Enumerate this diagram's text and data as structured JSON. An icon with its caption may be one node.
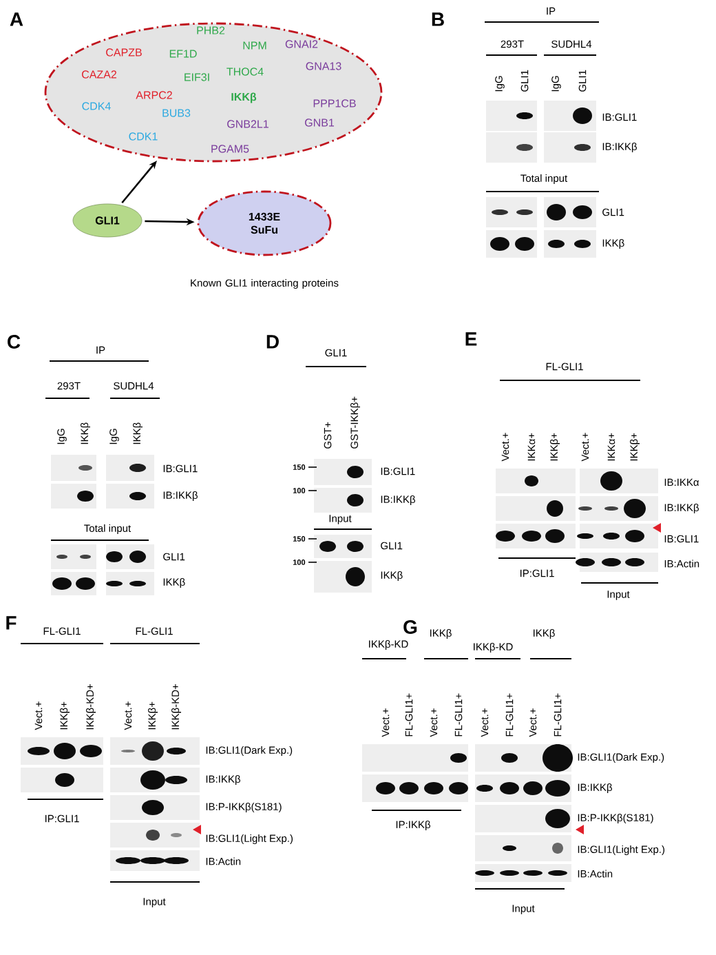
{
  "diagram": {
    "nodes": [
      {
        "text": [
          "PHB2",
          "CAPZB",
          "EF1D",
          "NPM",
          "GNAI2",
          "CAZA2",
          "EIF3I",
          "THOC4",
          "GNA13",
          "ARPC2",
          "CDK4",
          "IKKβ",
          "PPP1CB",
          "BUB3",
          "GNB2L1",
          "GNB1",
          "CDK1",
          "PGAM5"
        ]
      },
      {
        "text": [
          "GLI1"
        ]
      },
      {
        "text": [
          "1433E",
          "SuFu"
        ],
        "beside": [
          "Known GLI1 interacting proteins"
        ]
      }
    ],
    "edges": [
      {
        "from": 1,
        "to": 0,
        "arrow": "to"
      },
      {
        "from": 1,
        "to": 2,
        "arrow": "to"
      }
    ],
    "labels": [
      "A",
      "B",
      "IP",
      "293T",
      "SUDHL4",
      "IgG",
      "GLI1",
      "IgG",
      "GLI1",
      "IB:GLI1",
      "IB:IKKβ",
      "Total input",
      "GLI1",
      "IKKβ",
      "C",
      "IP",
      "293T",
      "SUDHL4",
      "IgG",
      "IKKβ",
      "IgG",
      "IKKβ",
      "IB:GLI1",
      "IB:IKKβ",
      "Total input",
      "GLI1",
      "IKKβ",
      "D",
      "GLI1",
      "GST+",
      "GST-IKKβ+",
      "150",
      "IB:GLI1",
      "100",
      "IB:IKKβ",
      "Input",
      "150",
      "GLI1",
      "100",
      "IKKβ",
      "E",
      "FL-GLI1",
      "Vect.+",
      "IKKα+",
      "IKKβ+",
      "Vect.+",
      "IKKα+",
      "IKKβ+",
      "IB:IKKα",
      "IB:IKKβ",
      "IB:GLI1",
      "IB:Actin",
      "IP:GLI1",
      "Input",
      "F",
      "FL-GLI1",
      "FL-GLI1",
      "Vect.+",
      "IKKβ+",
      "IKKβ-KD+",
      "Vect.+",
      "IKKβ+",
      "IKKβ-KD+",
      "IB:GLI1(Dark Exp.)",
      "IB:IKKβ",
      "IB:P-IKKβ(S181)",
      "IB:GLI1(Light Exp.)",
      "IB:Actin",
      "IP:GLI1",
      "Input",
      "G",
      "IKKβ-KD",
      "IKKβ",
      "IKKβ-KD",
      "IKKβ",
      "Vect.+",
      "FL-GLI1+",
      "Vect.+",
      "FL-GLI1+",
      "Vect.+",
      "FL-GLI1+",
      "Vect.+",
      "FL-GLI1+",
      "IB:GLI1(Dark Exp.)",
      "IB:IKKβ",
      "IB:P-IKKβ(S181)",
      "IB:GLI1(Light Exp.)",
      "IB:Actin",
      "IP:IKKβ",
      "Input"
    ]
  }
}
